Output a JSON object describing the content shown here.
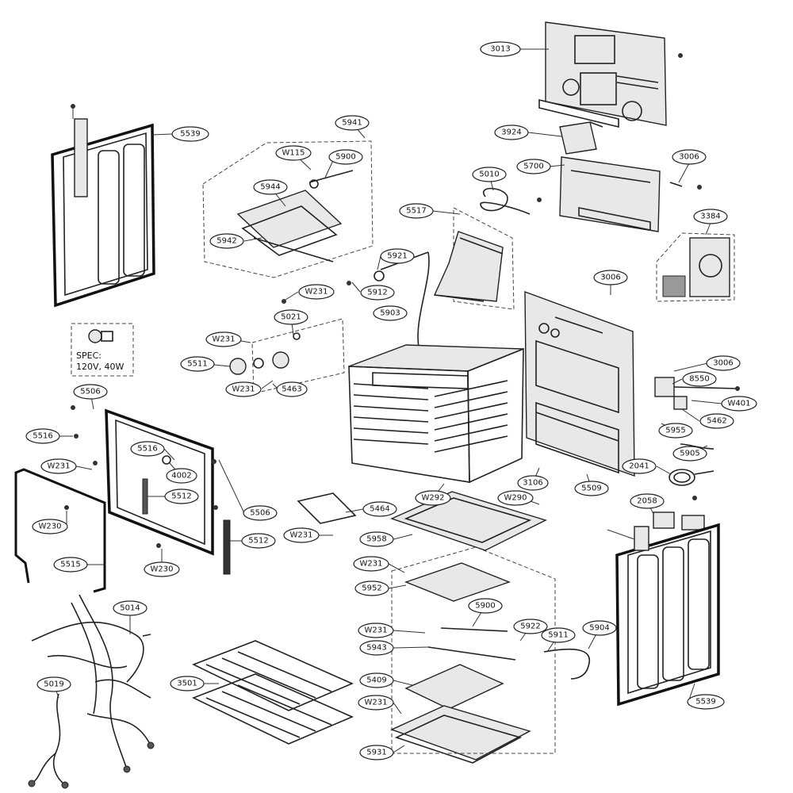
{
  "diagram": {
    "callouts": [
      {
        "id": "3013",
        "label": "3013"
      },
      {
        "id": "3924",
        "label": "3924"
      },
      {
        "id": "5700",
        "label": "5700"
      },
      {
        "id": "3006-a",
        "label": "3006"
      },
      {
        "id": "3384",
        "label": "3384"
      },
      {
        "id": "3006-b",
        "label": "3006"
      },
      {
        "id": "3006-c",
        "label": "3006"
      },
      {
        "id": "5539-a",
        "label": "5539"
      },
      {
        "id": "5941",
        "label": "5941"
      },
      {
        "id": "W115",
        "label": "W115"
      },
      {
        "id": "5900-a",
        "label": "5900"
      },
      {
        "id": "5944",
        "label": "5944"
      },
      {
        "id": "5942",
        "label": "5942"
      },
      {
        "id": "5010",
        "label": "5010"
      },
      {
        "id": "5517",
        "label": "5517"
      },
      {
        "id": "5921",
        "label": "5921"
      },
      {
        "id": "5912",
        "label": "5912"
      },
      {
        "id": "W231-a",
        "label": "W231"
      },
      {
        "id": "5903",
        "label": "5903"
      },
      {
        "id": "5021",
        "label": "5021"
      },
      {
        "id": "W231-b",
        "label": "W231"
      },
      {
        "id": "5511",
        "label": "5511"
      },
      {
        "id": "W231-c",
        "label": "W231"
      },
      {
        "id": "5463",
        "label": "5463"
      },
      {
        "id": "8550",
        "label": "8550"
      },
      {
        "id": "W401",
        "label": "W401"
      },
      {
        "id": "5462",
        "label": "5462"
      },
      {
        "id": "5955",
        "label": "5955"
      },
      {
        "id": "5905",
        "label": "5905"
      },
      {
        "id": "2041",
        "label": "2041"
      },
      {
        "id": "5506-a",
        "label": "5506"
      },
      {
        "id": "5516-a",
        "label": "5516"
      },
      {
        "id": "5516-b",
        "label": "5516"
      },
      {
        "id": "W231-d",
        "label": "W231"
      },
      {
        "id": "4002",
        "label": "4002"
      },
      {
        "id": "5512-a",
        "label": "5512"
      },
      {
        "id": "5506-b",
        "label": "5506"
      },
      {
        "id": "W230-a",
        "label": "W230"
      },
      {
        "id": "5512-b",
        "label": "5512"
      },
      {
        "id": "5515",
        "label": "5515"
      },
      {
        "id": "W230-b",
        "label": "W230"
      },
      {
        "id": "3106",
        "label": "3106"
      },
      {
        "id": "5509",
        "label": "5509"
      },
      {
        "id": "W292",
        "label": "W292"
      },
      {
        "id": "W290",
        "label": "W290"
      },
      {
        "id": "5464",
        "label": "5464"
      },
      {
        "id": "W231-e",
        "label": "W231"
      },
      {
        "id": "5958",
        "label": "5958"
      },
      {
        "id": "2058",
        "label": "2058"
      },
      {
        "id": "W231-f",
        "label": "W231"
      },
      {
        "id": "5952",
        "label": "5952"
      },
      {
        "id": "5900-b",
        "label": "5900"
      },
      {
        "id": "W231-g",
        "label": "W231"
      },
      {
        "id": "5922",
        "label": "5922"
      },
      {
        "id": "5911",
        "label": "5911"
      },
      {
        "id": "5904",
        "label": "5904"
      },
      {
        "id": "5943",
        "label": "5943"
      },
      {
        "id": "5409",
        "label": "5409"
      },
      {
        "id": "W231-h",
        "label": "W231"
      },
      {
        "id": "5931",
        "label": "5931"
      },
      {
        "id": "5539-b",
        "label": "5539"
      },
      {
        "id": "5014",
        "label": "5014"
      },
      {
        "id": "5019",
        "label": "5019"
      },
      {
        "id": "3501",
        "label": "3501"
      }
    ],
    "spec_box": {
      "line1": "SPEC:",
      "line2": "120V, 40W"
    }
  }
}
